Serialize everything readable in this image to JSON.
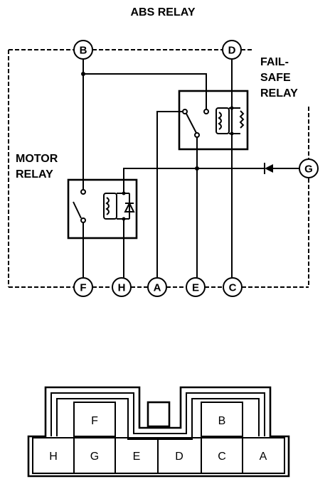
{
  "title": "ABS RELAY",
  "labels": {
    "fail_safe_line1": "FAIL-",
    "fail_safe_line2": "SAFE",
    "fail_safe_line3": "RELAY",
    "motor_line1": "MOTOR",
    "motor_line2": "RELAY"
  },
  "terminals": {
    "B": "B",
    "D": "D",
    "G": "G",
    "F": "F",
    "H": "H",
    "A": "A",
    "E": "E",
    "C": "C"
  },
  "connector": {
    "upper_cells": [
      "F",
      "B"
    ],
    "lower_cells": [
      "H",
      "G",
      "E",
      "D",
      "C",
      "A"
    ]
  }
}
